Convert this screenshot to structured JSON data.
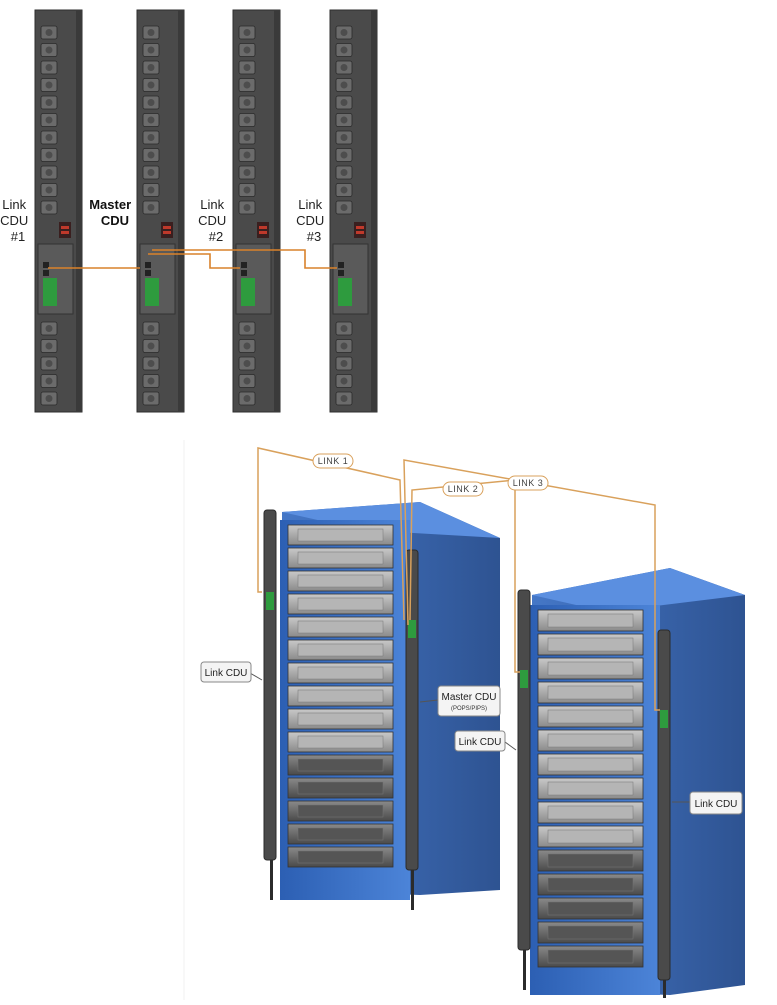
{
  "top_diagram": {
    "pdu_labels": [
      {
        "lines": [
          "Link",
          "CDU",
          "#1"
        ],
        "bold": false
      },
      {
        "lines": [
          "Master",
          "CDU"
        ],
        "bold": true
      },
      {
        "lines": [
          "Link",
          "CDU",
          "#2"
        ],
        "bold": false
      },
      {
        "lines": [
          "Link",
          "CDU",
          "#3"
        ],
        "bold": false
      }
    ],
    "colors": {
      "pdu_body": "#4a4a4a",
      "pdu_edge": "#2e2e2e",
      "outlet": "#6b6b6b",
      "cable": "#d9822b",
      "display": "#2e9b3e",
      "readout": "#c0392b"
    }
  },
  "bottom_diagram": {
    "link_labels": [
      "LINK 1",
      "LINK 2",
      "LINK 3"
    ],
    "callouts": {
      "link_cdu_left": "Link CDU",
      "master_cdu": "Master CDU",
      "master_cdu_sub": "(POPS/PIPS)",
      "link_cdu_mid": "Link CDU",
      "link_cdu_right": "Link CDU"
    },
    "colors": {
      "rack": "#3f74c9",
      "rack_dark": "#264f95",
      "server": "#8d8d8d",
      "cable": "#d9a15c"
    }
  }
}
